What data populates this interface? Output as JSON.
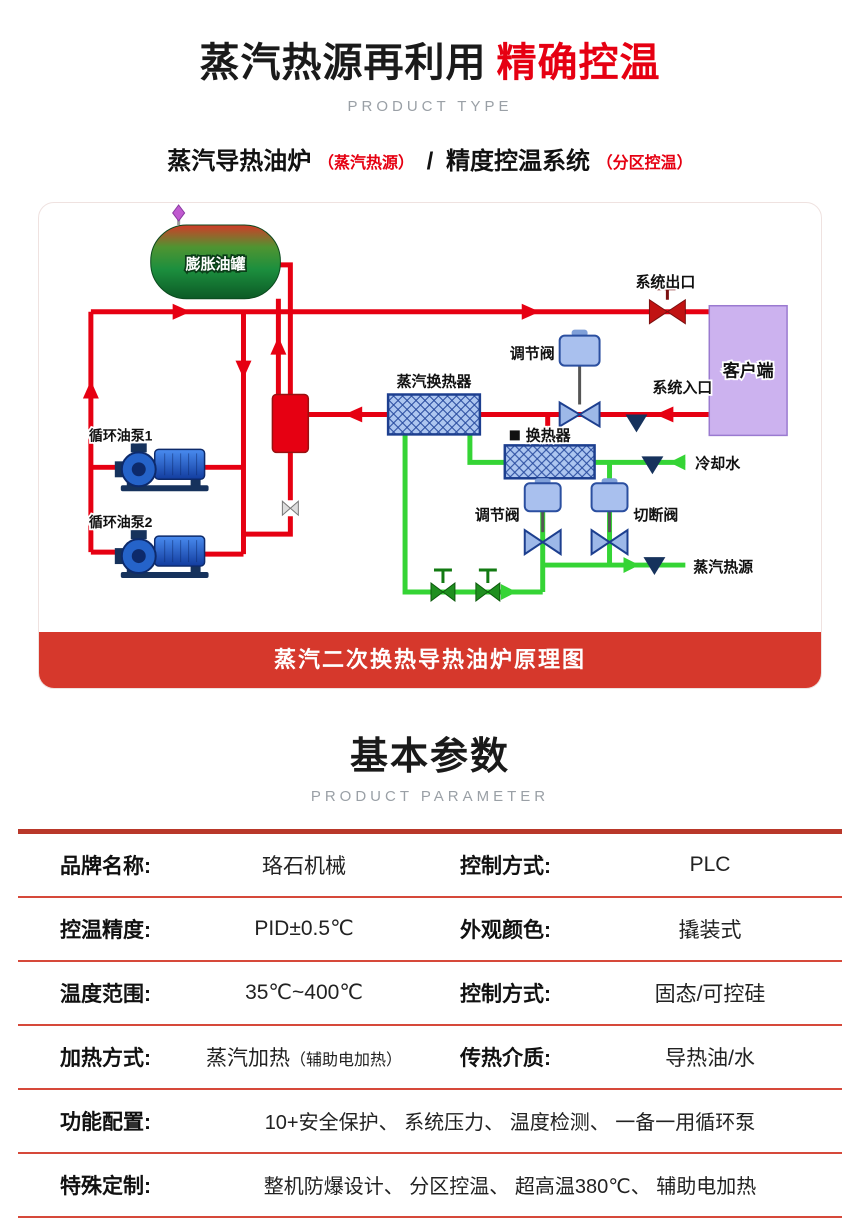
{
  "page": {
    "title_black": "蒸汽热源再利用",
    "title_red": "精确控温",
    "subtitle_en": "PRODUCT TYPE",
    "product_line": {
      "part1": "蒸汽导热油炉",
      "part1_note": "（蒸汽热源）",
      "separator": "/",
      "part2": "精度控温系统",
      "part2_note": "（分区控温）"
    }
  },
  "diagram": {
    "caption": "蒸汽二次换热导热油炉原理图",
    "labels": {
      "expansion_tank": "膨胀油罐",
      "system_outlet": "系统出口",
      "client": "客户端",
      "regulating_valve_top": "调节阀",
      "steam_exchanger": "蒸汽换热器",
      "system_inlet": "系统入口",
      "heat_exchanger": "换热器",
      "cooling_water": "冷却水",
      "pump1": "循环油泵1",
      "pump2": "循环油泵2",
      "regulating_valve_bottom": "调节阀",
      "cutoff_valve": "切断阀",
      "steam_source": "蒸汽热源"
    }
  },
  "parameters": {
    "section_title": "基本参数",
    "section_subtitle": "PRODUCT PARAMETER",
    "rows4": [
      {
        "label1": "品牌名称:",
        "value1": "珞石机械",
        "label2": "控制方式:",
        "value2": "PLC"
      },
      {
        "label1": "控温精度:",
        "value1": "PID±0.5℃",
        "label2": "外观颜色:",
        "value2": "撬装式"
      },
      {
        "label1": "温度范围:",
        "value1": "35℃~400℃",
        "label2": "控制方式:",
        "value2": "固态/可控硅"
      },
      {
        "label1": "加热方式:",
        "value1": "蒸汽加热",
        "value1_note": "（辅助电加热）",
        "label2": "传热介质:",
        "value2": "导热油/水"
      }
    ],
    "rows2": [
      {
        "label": "功能配置:",
        "value": "10+安全保护、 系统压力、 温度检测、 一备一用循环泵"
      },
      {
        "label": "特殊定制:",
        "value": "整机防爆设计、 分区控温、 超高温380℃、 辅助电加热"
      }
    ]
  },
  "colors": {
    "accent_red": "#e60012",
    "caption_bar": "#d6382c",
    "pipe_green": "#35d435",
    "client_purple": "#ccb2ef"
  }
}
